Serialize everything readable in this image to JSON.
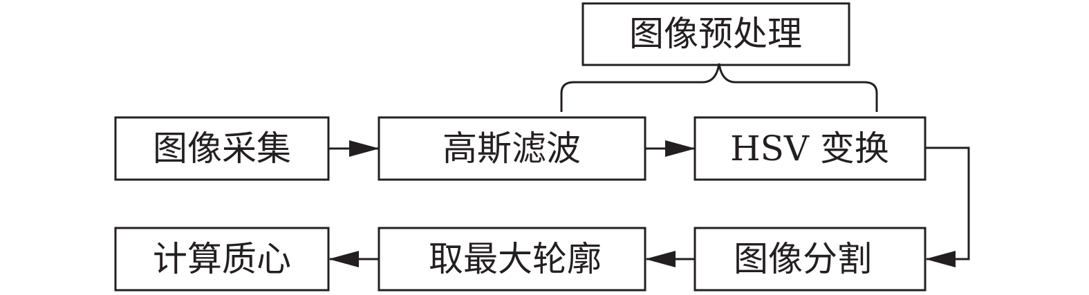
{
  "diagram": {
    "group": {
      "label": "图像预处理"
    },
    "nodes": [
      {
        "id": "acquire",
        "label": "图像采集"
      },
      {
        "id": "gauss",
        "label": "高斯滤波"
      },
      {
        "id": "hsv",
        "label": "HSV 变换"
      },
      {
        "id": "segment",
        "label": "图像分割"
      },
      {
        "id": "contour",
        "label": "取最大轮廓"
      },
      {
        "id": "centroid",
        "label": "计算质心"
      }
    ],
    "edges": [
      {
        "from": "acquire",
        "to": "gauss"
      },
      {
        "from": "gauss",
        "to": "hsv"
      },
      {
        "from": "hsv",
        "to": "segment"
      },
      {
        "from": "segment",
        "to": "contour"
      },
      {
        "from": "contour",
        "to": "centroid"
      }
    ],
    "colors": {
      "stroke": "#231f20",
      "fill": "#ffffff",
      "text": "#231f20"
    }
  }
}
